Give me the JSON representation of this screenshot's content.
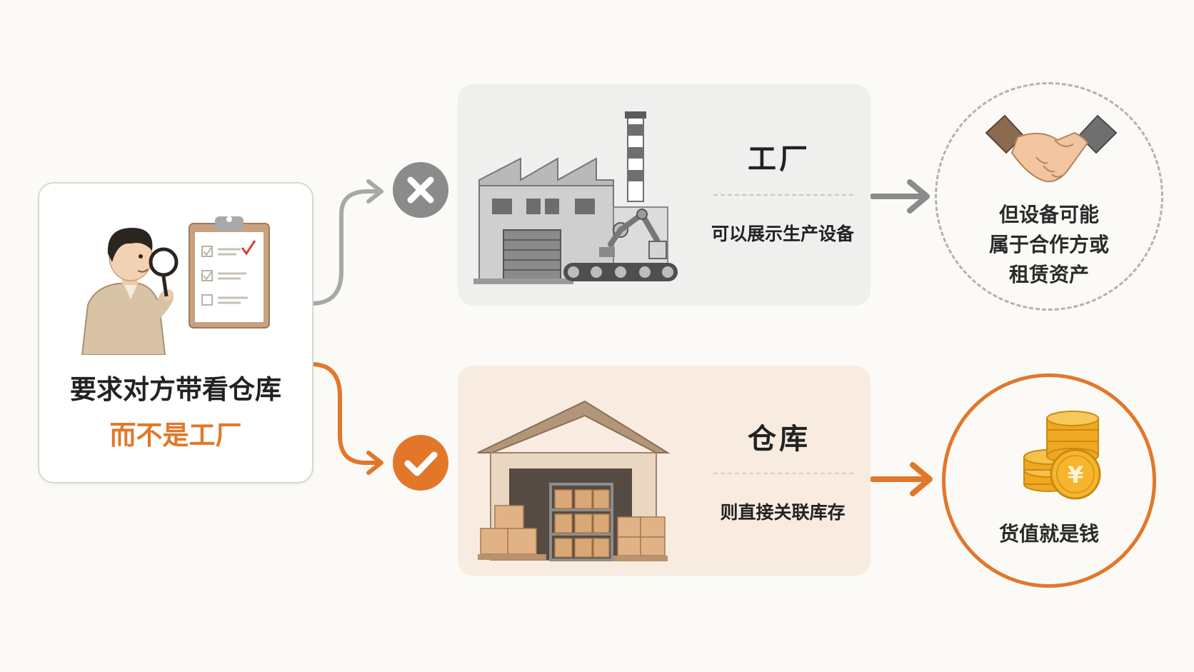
{
  "left_card": {
    "title": "要求对方带看仓库",
    "subtitle": "而不是工厂"
  },
  "factory": {
    "title": "工厂",
    "description": "可以展示生产设备",
    "badge_icon": "x-icon",
    "result_text": "但设备可能\n属于合作方或\n租赁资产",
    "result_icon": "handshake-icon"
  },
  "warehouse": {
    "title": "仓库",
    "description": "则直接关联库存",
    "badge_icon": "check-icon",
    "result_text": "货值就是钱",
    "result_icon": "coins-icon"
  },
  "colors": {
    "accent": "#e2772a",
    "neutral": "#8b8b8b",
    "factory_panel": "#efefee",
    "warehouse_panel": "#f8ebe0"
  }
}
